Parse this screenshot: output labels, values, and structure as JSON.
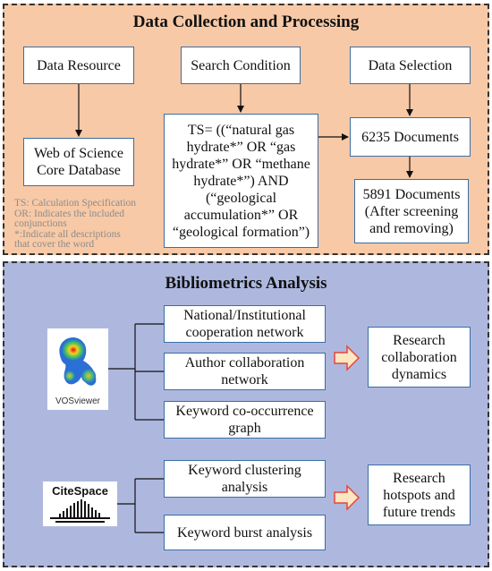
{
  "top_panel": {
    "title": "Data Collection and Processing",
    "boxes": {
      "data_resource": "Data Resource",
      "search_condition": "Search Condition",
      "data_selection": "Data Selection",
      "wos": "Web of Science\nCore Database",
      "ts_query": "TS= ((“natural gas\nhydrate*” OR “gas\nhydrate*” OR “methane\nhydrate*”) AND\n(“geological\naccumulation*” OR\n“geological formation”)",
      "docs_6235": "6235 Documents",
      "docs_5891": "5891 Documents\n(After screening\nand removing)"
    },
    "note": "TS: Calculation Specification\nOR: Indicates the included\nconjunctions\n*:Indicate all descriptions\nthat cover the word"
  },
  "bottom_panel": {
    "title": "Bibliometrics Analysis",
    "tools": [
      {
        "name": "VOSviewer",
        "icon": "vosviewer-density-map-logo"
      },
      {
        "name": "CiteSpace",
        "icon": "citespace-logo"
      }
    ],
    "boxes": {
      "national_network": "National/Institutional\ncooperation network",
      "author_network": "Author collaboration\nnetwork",
      "keyword_graph": "Keyword co-occurrence\ngraph",
      "research_collab": "Research\ncollaboration\ndynamics",
      "keyword_cluster": "Keyword clustering\nanalysis",
      "keyword_burst": "Keyword burst analysis",
      "research_hotspots": "Research\nhotspots and\nfuture trends"
    }
  },
  "colors": {
    "top_panel_bg": "#f8c9a6",
    "bottom_panel_bg": "#aeb8df",
    "box_border": "#3a6ea5",
    "hollow_arrow_fill": "#fde6c2",
    "hollow_arrow_stroke": "#e8433a"
  }
}
